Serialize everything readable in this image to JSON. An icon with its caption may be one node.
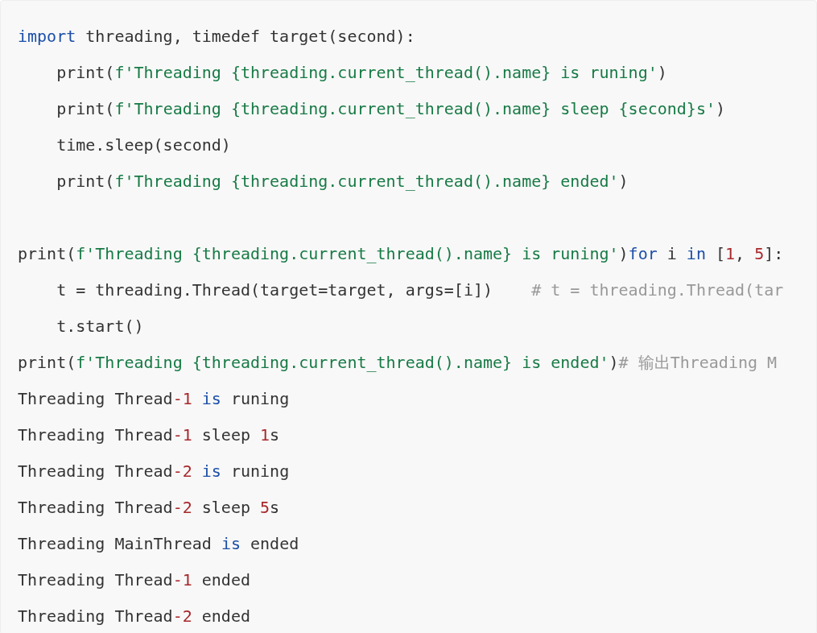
{
  "diagram": {
    "labels": [
      "import threading, timedef target(second):",
      "    print(f'Threading {threading.current_thread().name} is runing')",
      "    print(f'Threading {threading.current_thread().name} sleep {second}s')",
      "    time.sleep(second)",
      "    print(f'Threading {threading.current_thread().name} ended')",
      "print(f'Threading {threading.current_thread().name} is runing')for i in [1, 5]:",
      "    t = threading.Thread(target=target, args=[i])    # t = threading.Thread(tar",
      "    t.start()",
      "print(f'Threading {threading.current_thread().name} is ended')# 输出Threading M",
      "Threading Thread-1 is runing",
      "Threading Thread-1 sleep 1s",
      "Threading Thread-2 is runing",
      "Threading Thread-2 sleep 5s",
      "Threading MainThread is ended",
      "Threading Thread-1 ended",
      "Threading Thread-2 ended"
    ]
  }
}
